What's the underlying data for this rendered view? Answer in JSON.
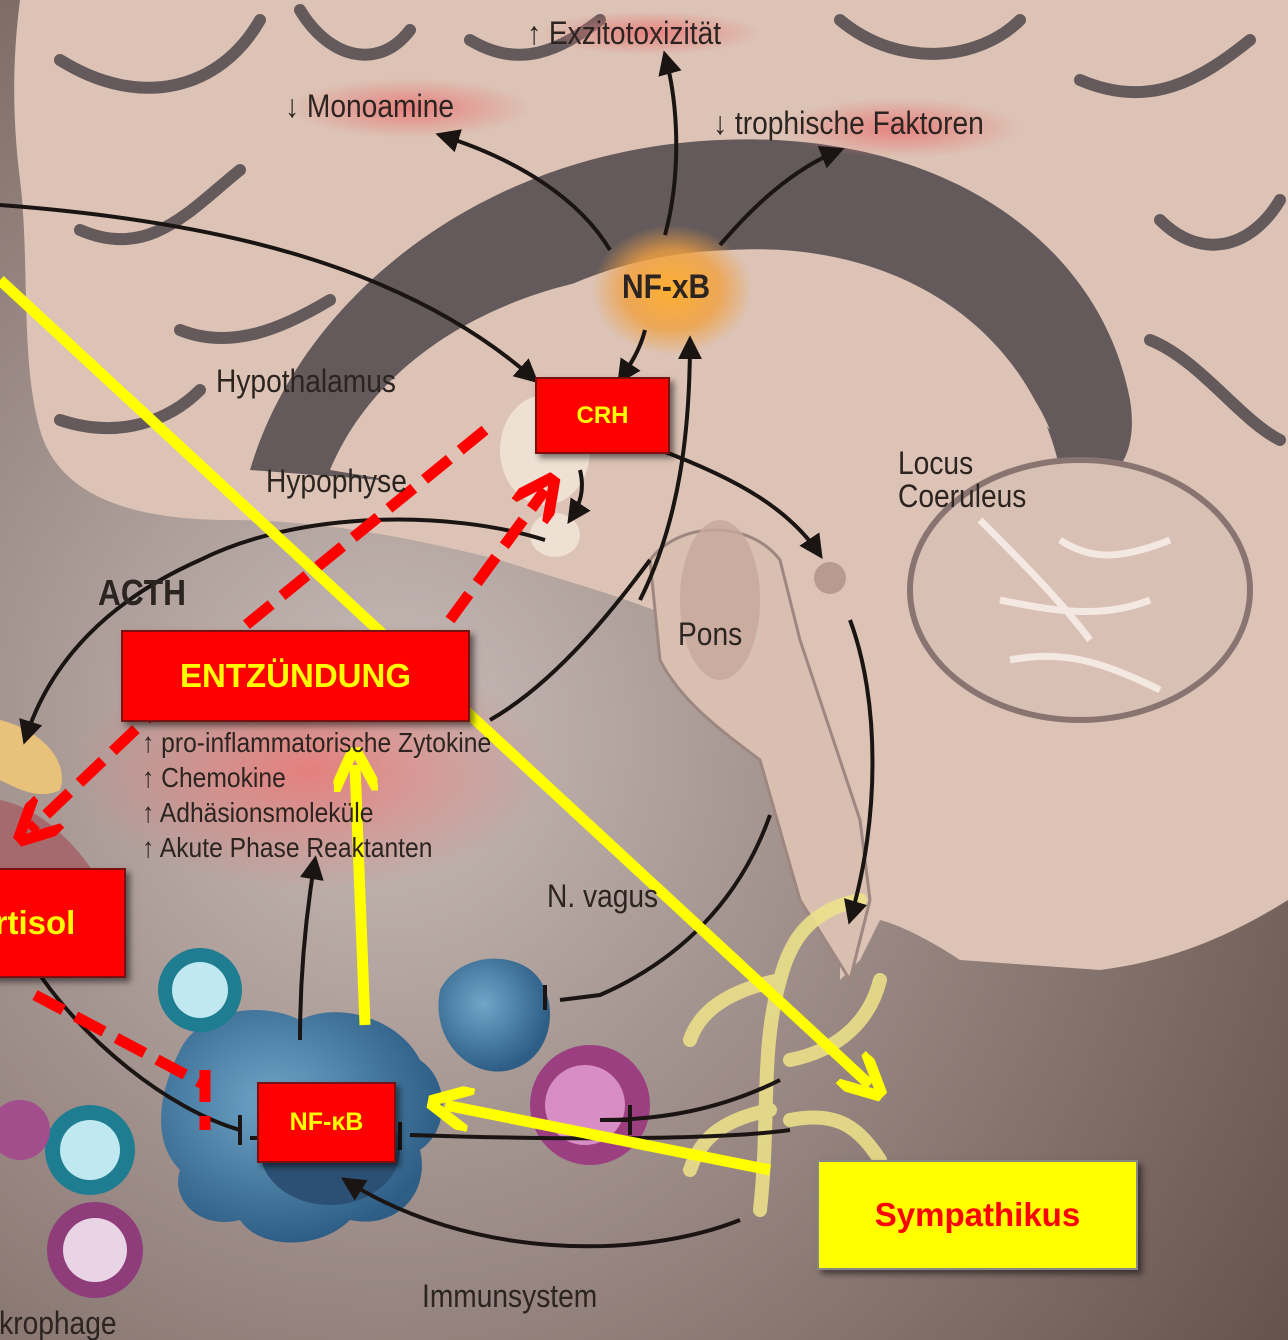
{
  "brain": {
    "excitotoxicity": "↑ Exzitotoxizität",
    "monoamines": "↓ Monoamine",
    "trophic_factors": "↓ trophische Faktoren",
    "nfkb_brain": "NF-xB",
    "hypothalamus": "Hypothalamus",
    "pituitary": "Hypophyse",
    "locus_coeruleus_1": "Locus",
    "locus_coeruleus_2": "Coeruleus",
    "pons": "Pons",
    "acth": "ACTH",
    "vagus": "N. vagus"
  },
  "inflammation_list": [
    "↑ pro-inflammatorische Zytokine",
    "↑ Chemokine",
    "↑ Adhäsionsmoleküle",
    "↑ Akute Phase Reaktanten"
  ],
  "immune": {
    "immune_system": "Immunsystem",
    "macrophage": "Makrophage"
  },
  "boxes": {
    "crh": "CRH",
    "inflammation": "ENTZÜNDUNG",
    "cortisol": "Cortisol",
    "nfkb_cell": "NF-κB",
    "sympathetic": "Sympathikus"
  },
  "colors": {
    "box_red": "#ff0000",
    "box_yellow": "#ffff00",
    "arrow_yellow": "#ffff00",
    "arrow_red_dashed": "#ff0000",
    "brain_tissue": "#dcc2b4",
    "background": "#6b5a55"
  }
}
